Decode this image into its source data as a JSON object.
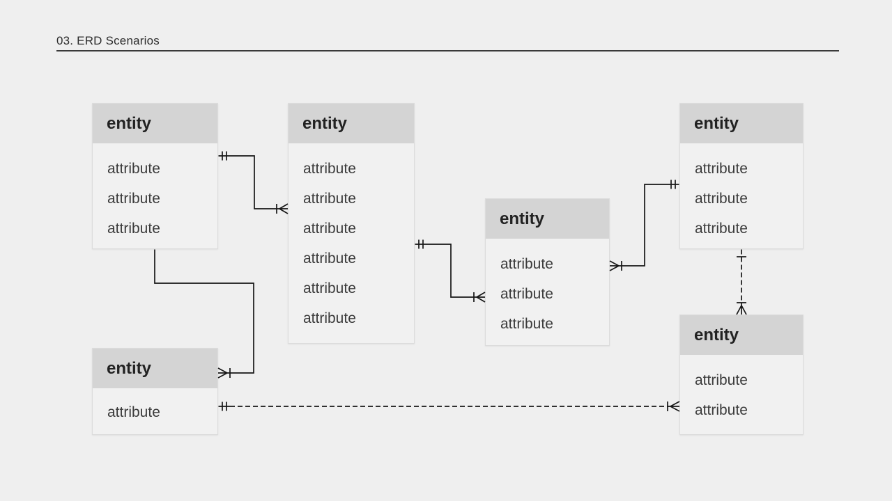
{
  "page": {
    "title": "03. ERD Scenarios"
  },
  "entities": [
    {
      "id": "entity-1",
      "title": "entity",
      "attributes": [
        "attribute",
        "attribute",
        "attribute"
      ]
    },
    {
      "id": "entity-2",
      "title": "entity",
      "attributes": [
        "attribute",
        "attribute",
        "attribute",
        "attribute",
        "attribute",
        "attribute"
      ]
    },
    {
      "id": "entity-3",
      "title": "entity",
      "attributes": [
        "attribute",
        "attribute",
        "attribute"
      ]
    },
    {
      "id": "entity-4",
      "title": "entity",
      "attributes": [
        "attribute",
        "attribute",
        "attribute"
      ]
    },
    {
      "id": "entity-5",
      "title": "entity",
      "attributes": [
        "attribute"
      ]
    },
    {
      "id": "entity-6",
      "title": "entity",
      "attributes": [
        "attribute",
        "attribute"
      ]
    }
  ],
  "relationships": [
    {
      "from": "entity-1",
      "to": "entity-2",
      "from_cardinality": "exactly-one",
      "to_cardinality": "one-or-many",
      "line_style": "solid"
    },
    {
      "from": "entity-1",
      "to": "entity-5",
      "from_cardinality": "plain",
      "to_cardinality": "one-or-many",
      "line_style": "solid"
    },
    {
      "from": "entity-2",
      "to": "entity-3",
      "from_cardinality": "exactly-one",
      "to_cardinality": "one-or-many",
      "line_style": "solid"
    },
    {
      "from": "entity-3",
      "to": "entity-4",
      "from_cardinality": "one-or-many",
      "to_cardinality": "exactly-one",
      "line_style": "solid"
    },
    {
      "from": "entity-4",
      "to": "entity-6",
      "from_cardinality": "one",
      "to_cardinality": "one-or-many",
      "line_style": "dashed"
    },
    {
      "from": "entity-5",
      "to": "entity-6",
      "from_cardinality": "exactly-one",
      "to_cardinality": "one-or-many",
      "line_style": "dashed"
    }
  ],
  "colors": {
    "background": "#efefef",
    "entity_header": "#d4d4d4",
    "entity_body": "#f1f1f1",
    "connector_line": "#161616",
    "title_underline": "#3a3a3a",
    "title_text": "#2c2c2c"
  }
}
